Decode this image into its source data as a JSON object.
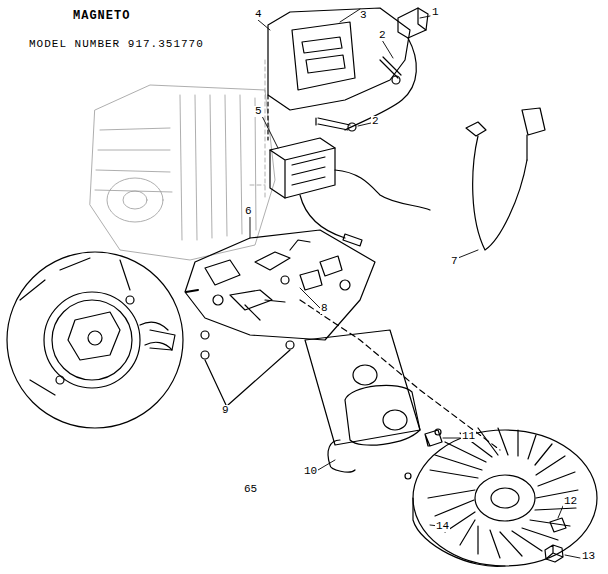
{
  "diagram": {
    "title": "MAGNETO",
    "labels": [
      "MODEL NUMBER 917.351770",
      "1",
      "2",
      "2",
      "3",
      "4",
      "5",
      "6",
      "7",
      "8",
      "9",
      "10",
      "11",
      "12",
      "13",
      "14",
      "65"
    ]
  }
}
